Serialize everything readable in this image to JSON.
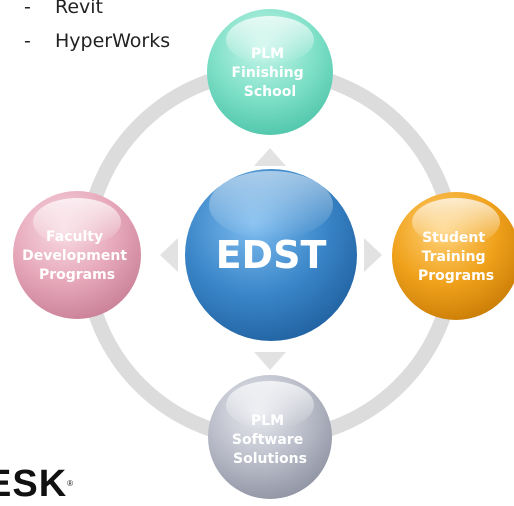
{
  "list": {
    "items": [
      {
        "bullet": "-",
        "text": "Revit"
      },
      {
        "bullet": "-",
        "text": "HyperWorks"
      }
    ]
  },
  "diagram": {
    "center": {
      "label": "EDST",
      "color": "#3a86c8"
    },
    "nodes": [
      {
        "id": "top",
        "lines": [
          "PLM",
          "Finishing",
          "School"
        ],
        "color": "#7fe0c8"
      },
      {
        "id": "right",
        "lines": [
          "Student",
          "Training",
          "Programs"
        ],
        "color": "#f0a21c"
      },
      {
        "id": "bottom",
        "lines": [
          "PLM",
          "Software",
          "Solutions"
        ],
        "color": "#b9bcc8"
      },
      {
        "id": "left",
        "lines": [
          "Faculty",
          "Development",
          "Programs"
        ],
        "color": "#e6a8ba"
      }
    ]
  },
  "logo": {
    "text": "ESK",
    "mark": "®"
  }
}
